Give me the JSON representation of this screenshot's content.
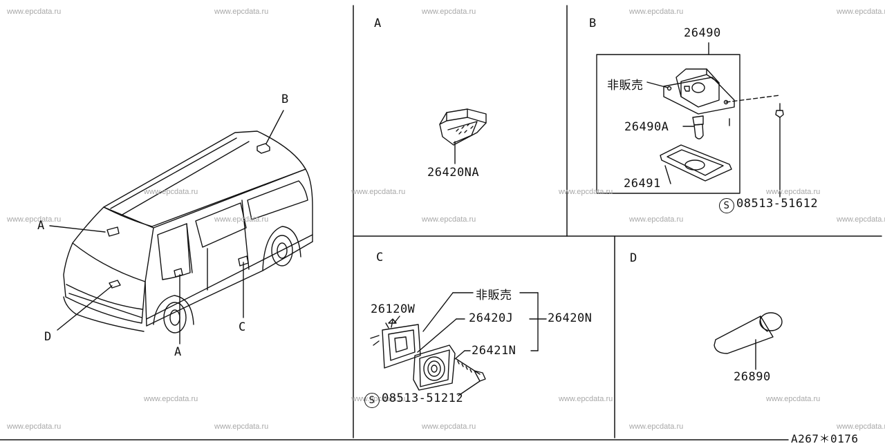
{
  "watermark": "www.epcdata.ru",
  "sections": {
    "a": "A",
    "b": "B",
    "c": "C",
    "d": "D"
  },
  "callouts": {
    "b": "B",
    "a_top": "A",
    "d": "D",
    "a_bottom": "A",
    "c": "C"
  },
  "parts": {
    "a_main": "26420NA",
    "b_assy": "26490",
    "b_not_sold": "非販売",
    "b_bulb": "26490A",
    "b_lens": "26491",
    "b_screw_code": "08513-51612",
    "c_wire": "26120W",
    "c_not_sold": "非販売",
    "c_housing": "26420J",
    "c_assy": "26420N",
    "c_lens": "26421N",
    "c_screw_code": "08513-51212",
    "d_bulb": "26890"
  },
  "screw_symbol": "S",
  "figure_code": "A267＊0176"
}
